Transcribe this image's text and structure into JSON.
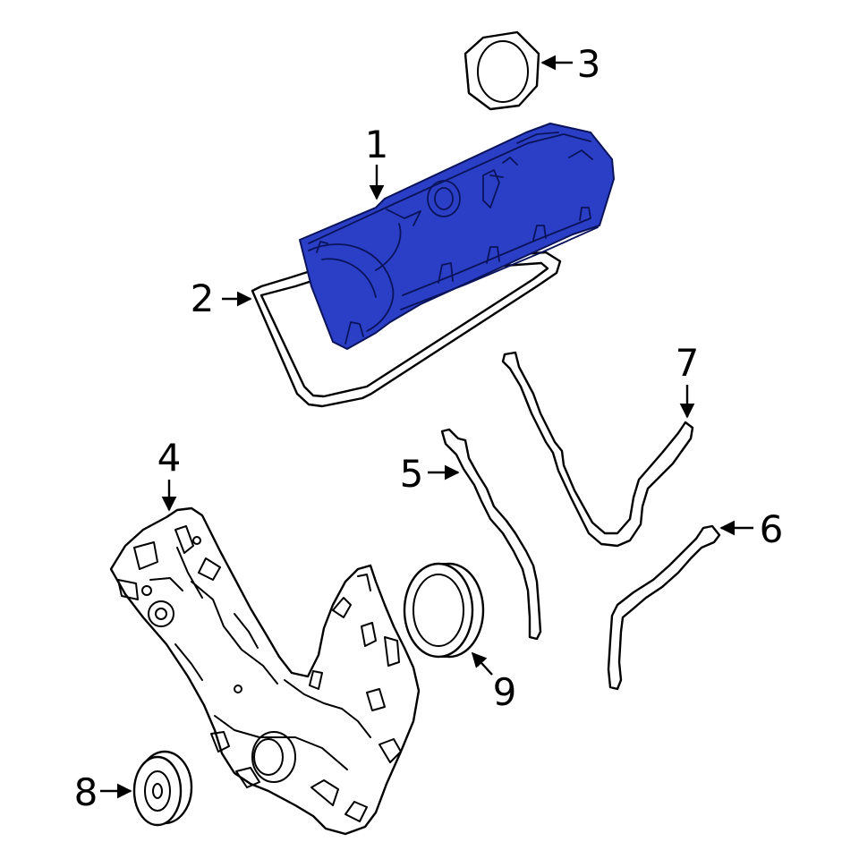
{
  "colors": {
    "highlight": "#2a3fc6",
    "line": "#000000",
    "background": "#ffffff"
  },
  "callouts": [
    {
      "label": "1"
    },
    {
      "label": "2"
    },
    {
      "label": "3"
    },
    {
      "label": "4"
    },
    {
      "label": "5"
    },
    {
      "label": "6"
    },
    {
      "label": "7"
    },
    {
      "label": "8"
    },
    {
      "label": "9"
    }
  ]
}
